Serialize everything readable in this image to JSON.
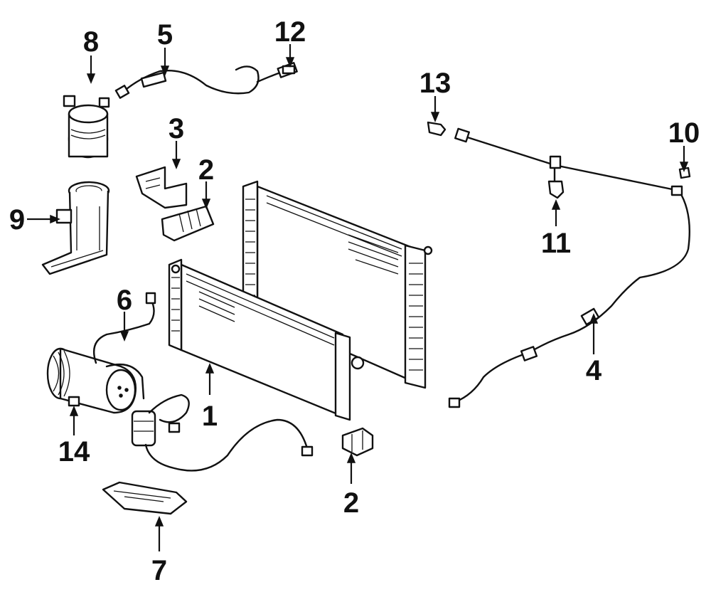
{
  "diagram": {
    "callouts": [
      {
        "id": "c1",
        "label": "1"
      },
      {
        "id": "c2a",
        "label": "2"
      },
      {
        "id": "c2b",
        "label": "2"
      },
      {
        "id": "c3",
        "label": "3"
      },
      {
        "id": "c4",
        "label": "4"
      },
      {
        "id": "c5",
        "label": "5"
      },
      {
        "id": "c6",
        "label": "6"
      },
      {
        "id": "c7",
        "label": "7"
      },
      {
        "id": "c8",
        "label": "8"
      },
      {
        "id": "c9",
        "label": "9"
      },
      {
        "id": "c10",
        "label": "10"
      },
      {
        "id": "c11",
        "label": "11"
      },
      {
        "id": "c12",
        "label": "12"
      },
      {
        "id": "c13",
        "label": "13"
      },
      {
        "id": "c14",
        "label": "14"
      }
    ]
  }
}
